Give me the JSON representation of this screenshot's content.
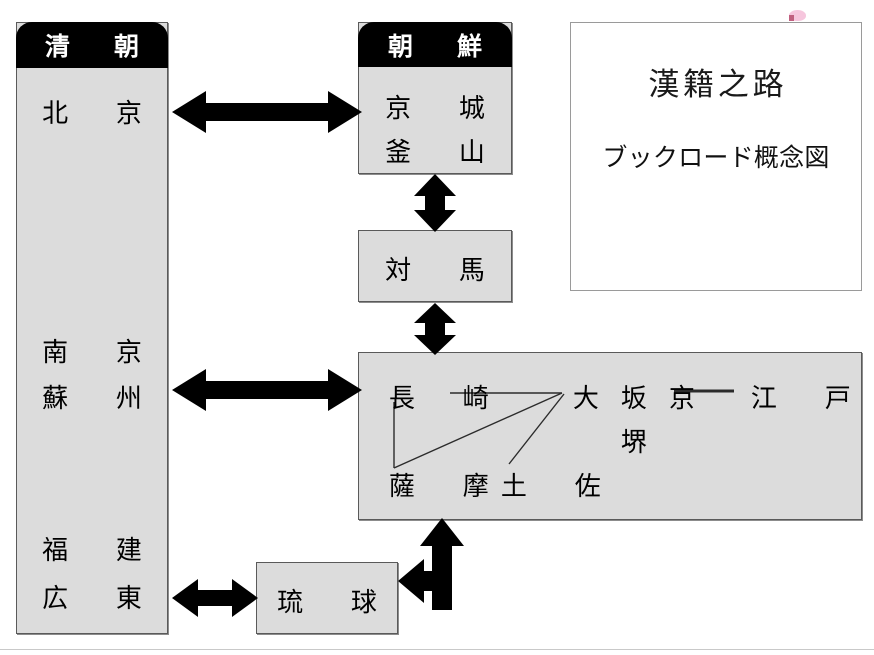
{
  "title_card": {
    "main": "漢籍之路",
    "sub": "ブックロード概念図"
  },
  "boxes": {
    "qing": {
      "header": "清　朝",
      "rows": [
        "北　京",
        "南　京",
        "蘇　州",
        "福　建",
        "広　東"
      ]
    },
    "korea": {
      "header": "朝　鮮",
      "rows": [
        "京　城",
        "釜　山"
      ]
    },
    "tsushima": {
      "label": "対　馬"
    },
    "ryukyu": {
      "label": "琉　球"
    },
    "japan": {
      "cities": {
        "nagasaki": "長　崎",
        "osaka": "大",
        "saka": "坂",
        "kyoto": "京",
        "edo": "江　戸",
        "sakai": "堺",
        "satsuma": "薩　摩",
        "tosa": "土　佐"
      }
    }
  },
  "arrows": {
    "qing_korea": "双方向矢印",
    "qing_japan": "双方向矢印",
    "qing_ryukyu": "双方向矢印",
    "korea_tsushima": "双方向矢印",
    "tsushima_japan": "双方向矢印",
    "ryukyu_japan": "鉤型双方向矢印"
  },
  "colors": {
    "box_fill": "#dcdcdc",
    "box_border": "#5a5a5a",
    "header_fill": "#000000",
    "header_text": "#ffffff",
    "arrow_fill": "#000000",
    "accent_pink": "#f6c6dd"
  }
}
